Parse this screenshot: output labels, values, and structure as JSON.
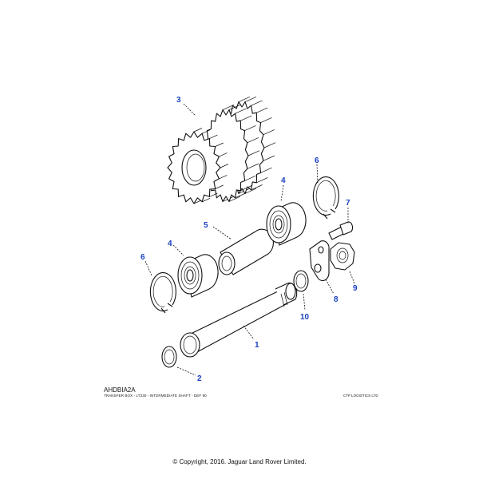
{
  "diagram": {
    "reference_code": "AHDBIA2A",
    "description": "TRANSFER BOX - LT230 - INTERMEDIATE SHAFT - DEF 90",
    "publisher": "CTP LOGISTICS LTD",
    "copyright": "© Copyright, 2016. Jaguar Land Rover Limited.",
    "callouts": [
      "1",
      "2",
      "3",
      "4",
      "4",
      "5",
      "6",
      "6",
      "7",
      "8",
      "9",
      "10"
    ],
    "callout_color": "#1a3fbf"
  }
}
